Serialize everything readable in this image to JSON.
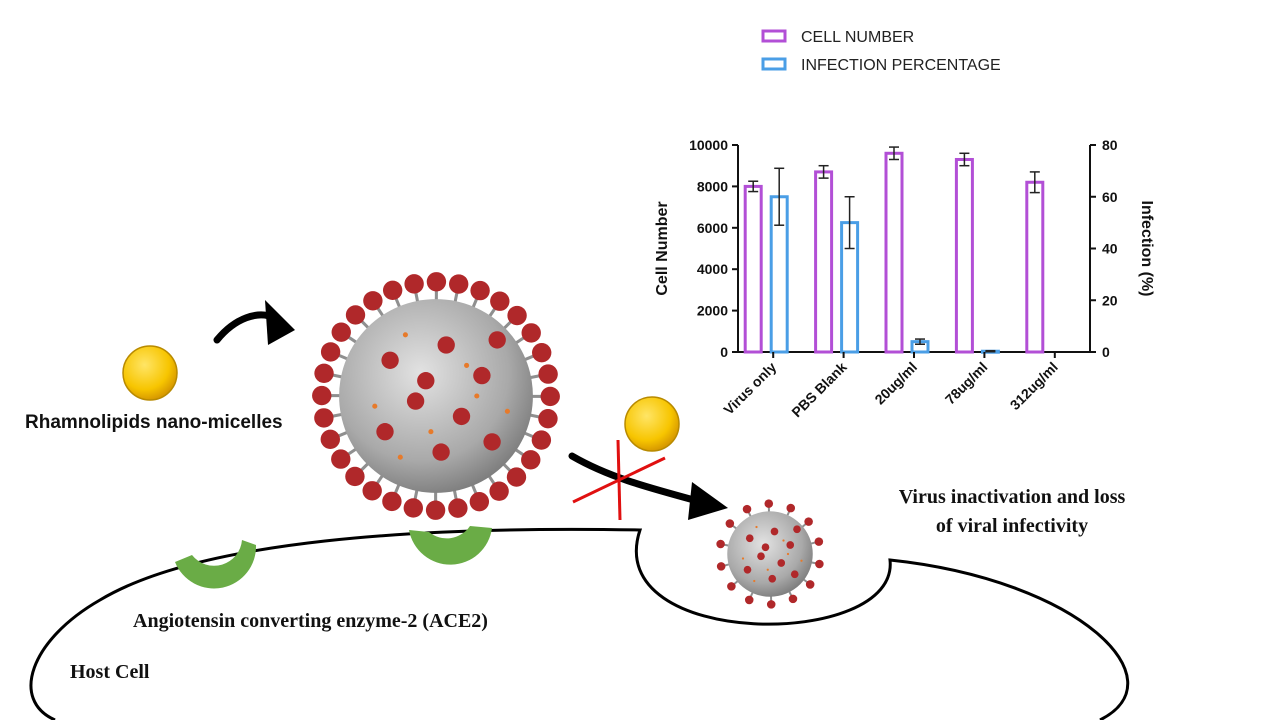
{
  "labels": {
    "micelles": "Rhamnolipids nano-micelles",
    "ace2": "Angiotensin converting enzyme-2 (ACE2)",
    "host_cell": "Host Cell",
    "inactivation_line1": "Virus inactivation and loss",
    "inactivation_line2": "of viral infectivity"
  },
  "colors": {
    "cell_number": "#b24fd6",
    "infection": "#4a9ee6",
    "micelle": "#f7c500",
    "receptor": "#6aac46",
    "virus_body": "#b9b9b9",
    "virus_spike": "#b0282a",
    "block_cross": "#e01010"
  },
  "chart_data": {
    "type": "bar",
    "categories": [
      "Virus only",
      "PBS Blank",
      "20ug/ml",
      "78ug/ml",
      "312ug/ml"
    ],
    "series": [
      {
        "name": "CELL NUMBER",
        "axis": "left",
        "values": [
          8000,
          8700,
          9600,
          9300,
          8200
        ],
        "errors": [
          250,
          300,
          300,
          300,
          500
        ]
      },
      {
        "name": "INFECTION PERCENTAGE",
        "axis": "right",
        "values": [
          60,
          50,
          4,
          0.3,
          0
        ],
        "errors": [
          11,
          10,
          1,
          0.2,
          0
        ]
      }
    ],
    "ylabel": "Cell Number",
    "y2label": "Infection (%)",
    "ylim": [
      0,
      10000
    ],
    "y2lim": [
      0,
      80
    ],
    "yticks": [
      "0",
      "2000",
      "4000",
      "6000",
      "8000",
      "10000"
    ],
    "y2ticks": [
      "0",
      "20",
      "40",
      "60",
      "80"
    ],
    "legend_position": "top",
    "grid": false
  }
}
